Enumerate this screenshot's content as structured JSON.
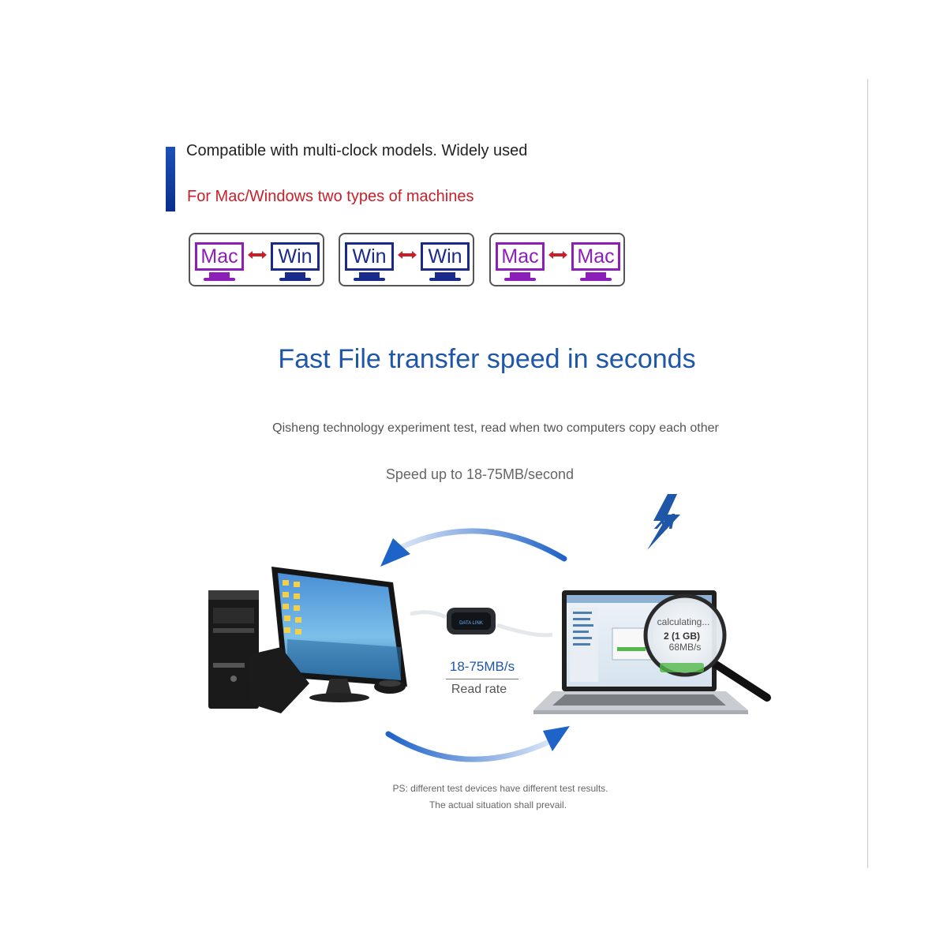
{
  "header": {
    "line1": "Compatible with multi-clock models. Widely used",
    "line2": "For Mac/Windows two types of machines"
  },
  "pairs": [
    {
      "left": "Mac",
      "right": "Win"
    },
    {
      "left": "Win",
      "right": "Win"
    },
    {
      "left": "Mac",
      "right": "Mac"
    }
  ],
  "headline": "Fast File transfer speed in seconds",
  "subtitle": "Qisheng technology experiment test, read when two computers copy each other",
  "speed": "Speed up to 18-75MB/second",
  "cable": {
    "label": "DATA LINK"
  },
  "rate": {
    "value": "18-75MB/s",
    "label": "Read rate"
  },
  "laptop_dialog": {
    "status": "calculating...",
    "size": "2 (1 GB)",
    "speed": "68MB/s"
  },
  "logo": {
    "text": "Xi"
  },
  "footnote": {
    "line1": "PS: different test devices have different test results.",
    "line2": "The actual situation shall prevail."
  },
  "colors": {
    "accent_blue": "#1e56a8",
    "accent_red": "#c8202a",
    "mac_purple": "#8b1fb8",
    "win_navy": "#1a2a8a"
  },
  "icons": [
    "monitor-icon",
    "double-arrow-icon",
    "transfer-arrow-icon",
    "magnifier-icon",
    "lightning-logo-icon"
  ]
}
